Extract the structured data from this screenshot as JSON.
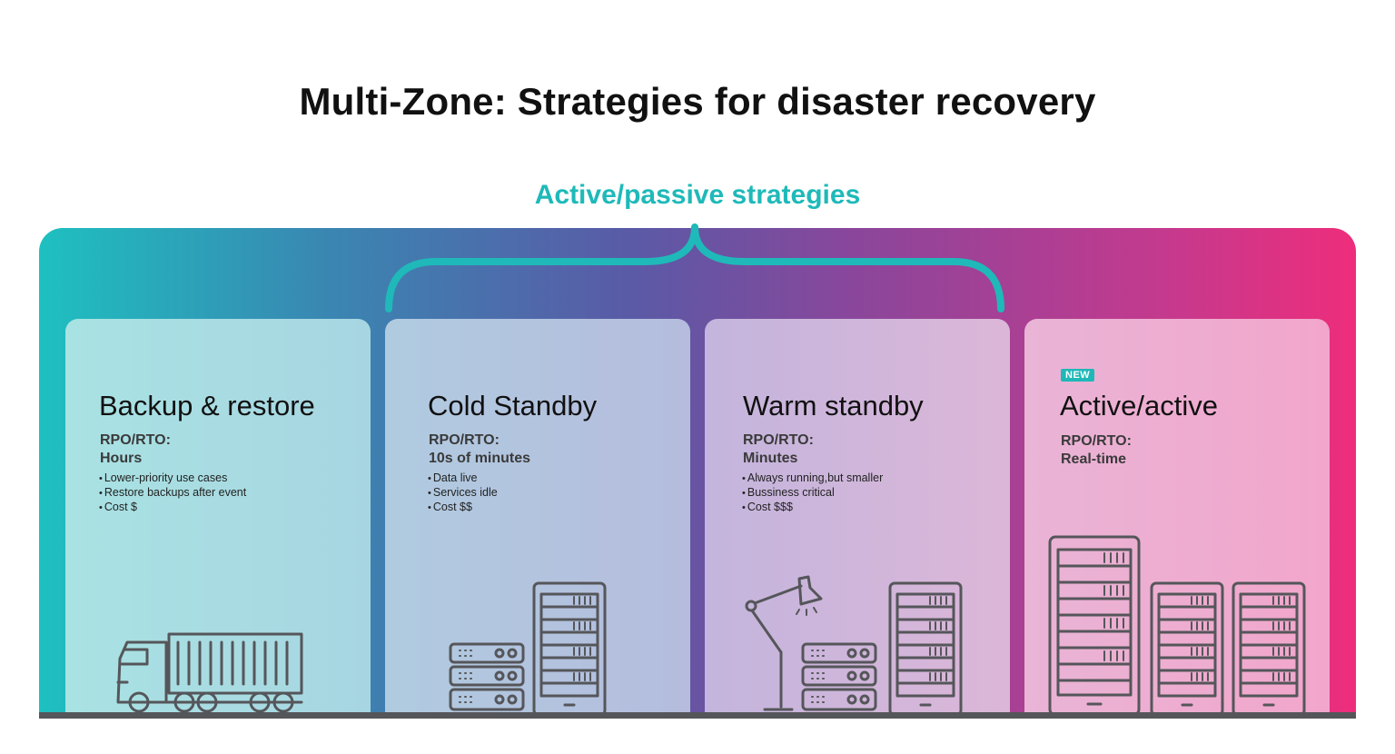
{
  "title": "Multi-Zone: Strategies for disaster recovery",
  "group_label": "Active/passive strategies",
  "cards": [
    {
      "title": "Backup & restore",
      "rpo_label": "RPO/RTO:",
      "rpo_value": "Hours",
      "bullets": [
        "Lower-priority use cases",
        "Restore backups after event",
        "Cost $"
      ]
    },
    {
      "title": "Cold Standby",
      "rpo_label": "RPO/RTO:",
      "rpo_value": "10s of minutes",
      "bullets": [
        "Data live",
        "Services idle",
        "Cost $$"
      ]
    },
    {
      "title": "Warm standby",
      "rpo_label": "RPO/RTO:",
      "rpo_value": "Minutes",
      "bullets": [
        "Always running,but smaller",
        "Bussiness critical",
        "Cost $$$"
      ]
    },
    {
      "badge": "NEW",
      "title": "Active/active",
      "rpo_label": "RPO/RTO:",
      "rpo_value": "Real-time",
      "bullets": []
    }
  ],
  "colors": {
    "teal": "#1fb9b9",
    "magenta": "#ee2d7c",
    "icon_stroke": "#55565a"
  },
  "icons": [
    "truck-icon",
    "server-tower-icon",
    "server-stack-icon",
    "desk-lamp-icon"
  ]
}
